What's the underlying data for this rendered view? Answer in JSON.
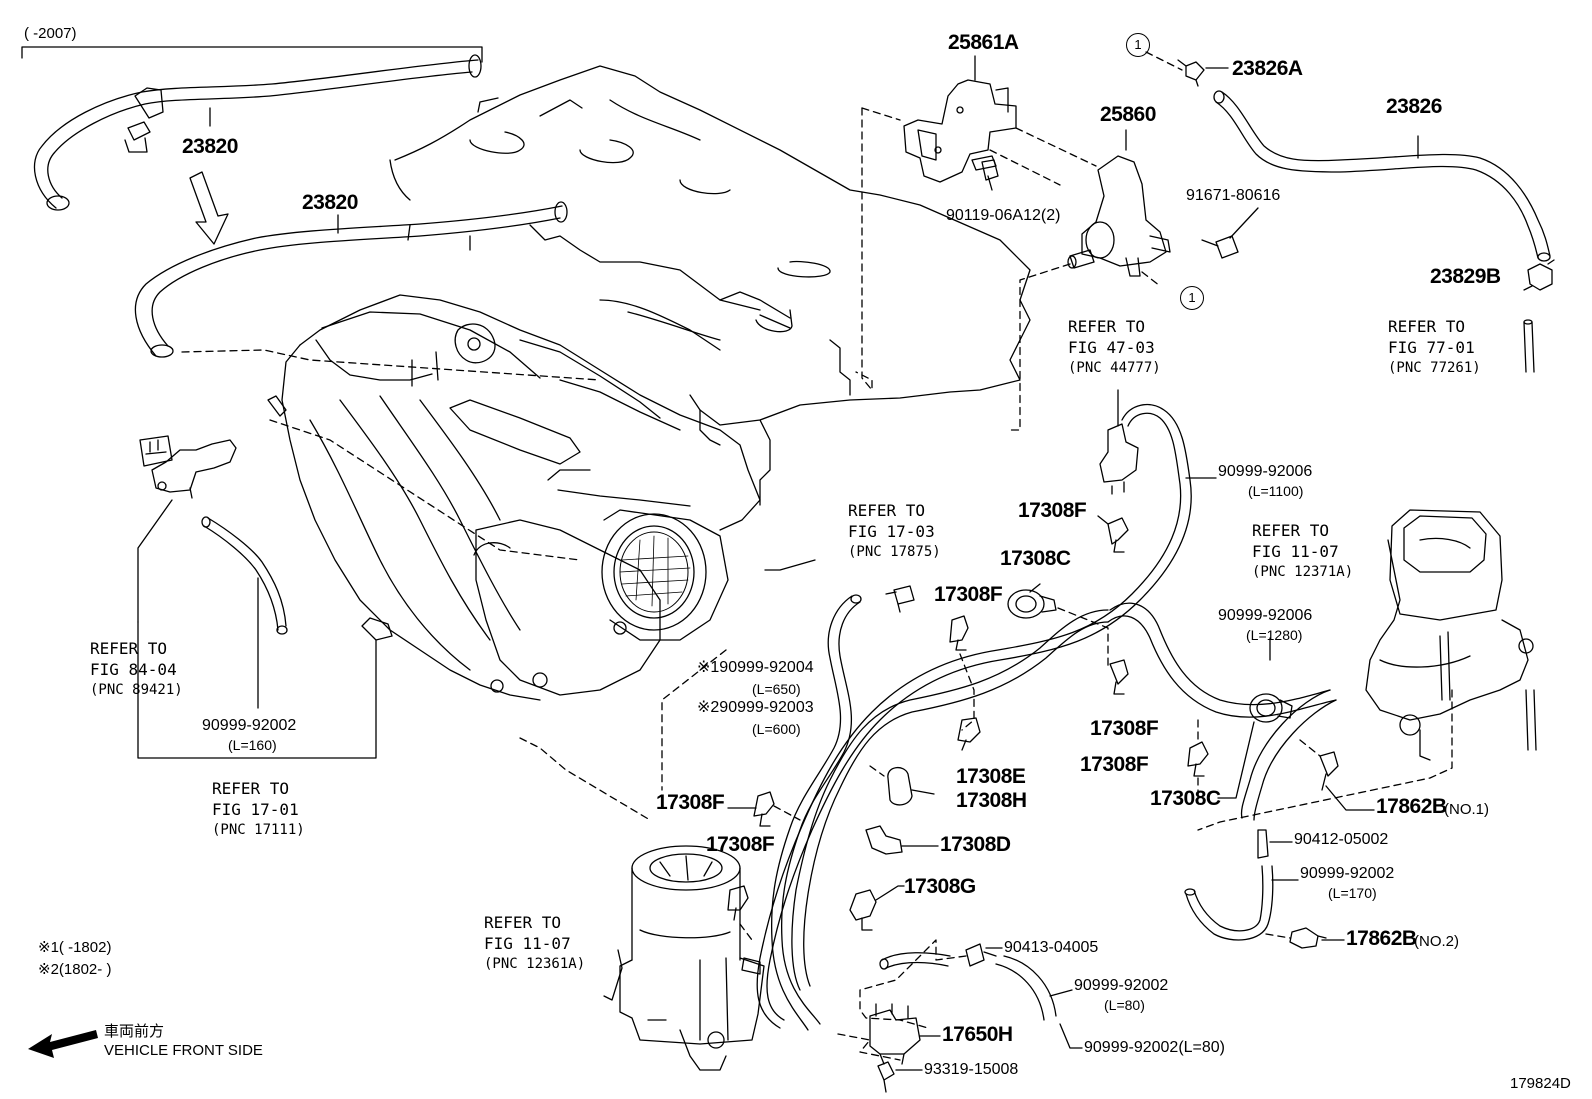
{
  "header": {
    "range": "(      -2007)"
  },
  "parts": {
    "p23820_top": "23820",
    "p23820_mid": "23820",
    "p25861A": "25861A",
    "p25860": "25860",
    "p23826A": "23826A",
    "p23826": "23826",
    "p91671": "91671-80616",
    "p90119": "90119-06A12(2)",
    "p23829B": "23829B",
    "p17308F_a": "17308F",
    "p17308C_a": "17308C",
    "p17308F_b": "17308F",
    "p17308F_c": "17308F",
    "p17308F_d": "17308F",
    "p17308E": "17308E",
    "p17308H": "17308H",
    "p17308C_b": "17308C",
    "p17862B_1": "17862B",
    "p17308F_e": "17308F",
    "p17308D": "17308D",
    "p17308F_f": "17308F",
    "p17308G": "17308G",
    "p90413": "90413-04005",
    "p17650H": "17650H",
    "p93319": "93319-15008",
    "p90412": "90412-05002",
    "p17862B_2": "17862B",
    "hose_1100": "90999-92006",
    "hose_1100_len": "(L=1100)",
    "hose_1280": "90999-92006",
    "hose_1280_len": "(L=1280)",
    "hose_650": "※190999-92004",
    "hose_650_len": "(L=650)",
    "hose_600": "※290999-92003",
    "hose_600_len": "(L=600)",
    "hose_160": "90999-92002",
    "hose_160_len": "(L=160)",
    "hose_170": "90999-92002",
    "hose_170_len": "(L=170)",
    "hose_80a": "90999-92002",
    "hose_80a_len": "(L=80)",
    "hose_80b": "90999-92002(L=80)",
    "no1": "(NO.1)",
    "no2": "(NO.2)"
  },
  "refs": {
    "r4703": {
      "line1": "REFER TO",
      "line2": "FIG 47-03",
      "pnc": "(PNC 44777)"
    },
    "r7701": {
      "line1": "REFER TO",
      "line2": "FIG 77-01",
      "pnc": "(PNC 77261)"
    },
    "r1703": {
      "line1": "REFER TO",
      "line2": "FIG 17-03",
      "pnc": "(PNC 17875)"
    },
    "r1107a": {
      "line1": "REFER TO",
      "line2": "FIG 11-07",
      "pnc": "(PNC 12371A)"
    },
    "r8404": {
      "line1": "REFER TO",
      "line2": "FIG 84-04",
      "pnc": "(PNC 89421)"
    },
    "r1701": {
      "line1": "REFER TO",
      "line2": "FIG 17-01",
      "pnc": "(PNC 17111)"
    },
    "r1107b": {
      "line1": "REFER TO",
      "line2": "FIG 11-07",
      "pnc": "(PNC 12361A)"
    }
  },
  "notes": {
    "note1": "※1(      -1802)",
    "note2": "※2(1802-      )",
    "front_jp": "車両前方",
    "front_en": "VEHICLE FRONT SIDE"
  },
  "callout": "1",
  "figure_id": "179824D"
}
